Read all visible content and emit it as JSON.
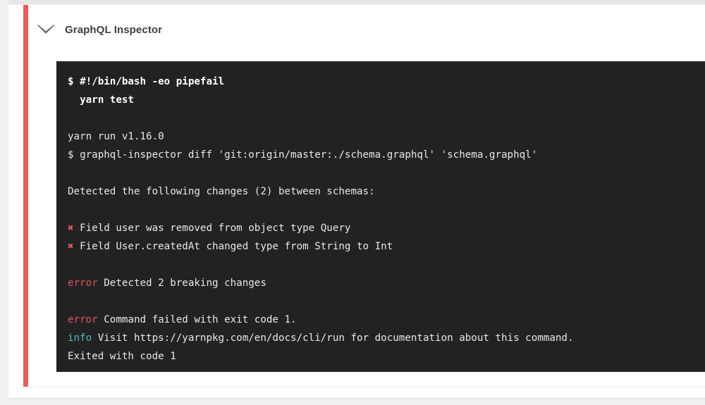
{
  "page": {
    "background_color": "#f1f1f1"
  },
  "card": {
    "background_color": "#ffffff",
    "status_bar_color": "#ea5b5b"
  },
  "job": {
    "collapse_icon": "chevron-down-icon",
    "title": "GraphQL Inspector"
  },
  "terminal": {
    "background_color": "#222222",
    "default_text_color": "#e8e8e8",
    "error_color": "#e05561",
    "info_color": "#56b6c2",
    "lines": [
      {
        "type": "command",
        "segments": [
          {
            "text": "$ #!/bin/bash -eo pipefail",
            "style": "bold"
          }
        ]
      },
      {
        "type": "command",
        "segments": [
          {
            "text": "  yarn test",
            "style": "bold"
          }
        ]
      },
      {
        "type": "blank",
        "segments": []
      },
      {
        "type": "output",
        "segments": [
          {
            "text": "yarn run v1.16.0",
            "style": "default"
          }
        ]
      },
      {
        "type": "output",
        "segments": [
          {
            "text": "$ graphql-inspector diff 'git:origin/master:./schema.graphql' 'schema.graphql'",
            "style": "default"
          }
        ]
      },
      {
        "type": "blank",
        "segments": []
      },
      {
        "type": "output",
        "segments": [
          {
            "text": "Detected the following changes (2) between schemas:",
            "style": "default"
          }
        ]
      },
      {
        "type": "blank",
        "segments": []
      },
      {
        "type": "output",
        "segments": [
          {
            "text": "✖",
            "style": "mark"
          },
          {
            "text": " Field user was removed from object type Query",
            "style": "default"
          }
        ]
      },
      {
        "type": "output",
        "segments": [
          {
            "text": "✖",
            "style": "mark"
          },
          {
            "text": " Field User.createdAt changed type from String to Int",
            "style": "default"
          }
        ]
      },
      {
        "type": "blank",
        "segments": []
      },
      {
        "type": "output",
        "segments": [
          {
            "text": "error",
            "style": "red"
          },
          {
            "text": " Detected 2 breaking changes",
            "style": "default"
          }
        ]
      },
      {
        "type": "blank",
        "segments": []
      },
      {
        "type": "output",
        "segments": [
          {
            "text": "error",
            "style": "red"
          },
          {
            "text": " Command failed with exit code 1.",
            "style": "default"
          }
        ]
      },
      {
        "type": "output",
        "segments": [
          {
            "text": "info",
            "style": "cyan"
          },
          {
            "text": " Visit https://yarnpkg.com/en/docs/cli/run for documentation about this command.",
            "style": "default"
          }
        ]
      },
      {
        "type": "output",
        "segments": [
          {
            "text": "Exited with code 1",
            "style": "default"
          }
        ]
      }
    ]
  }
}
